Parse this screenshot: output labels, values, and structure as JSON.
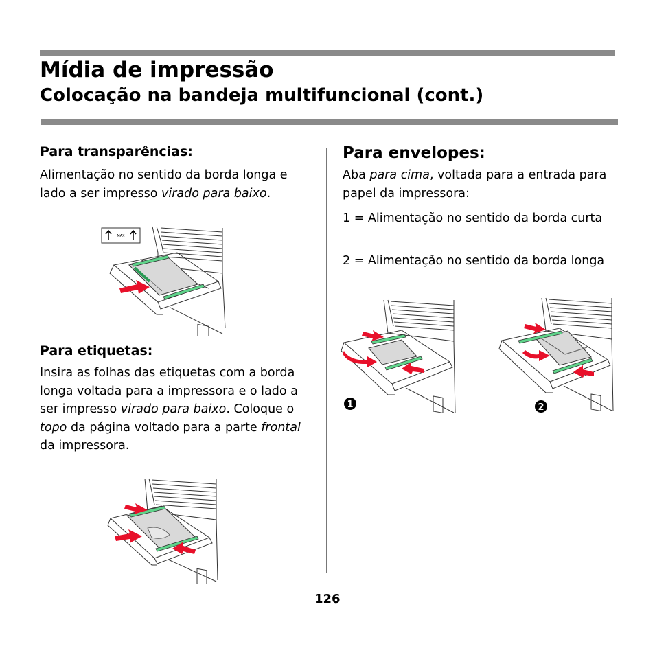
{
  "header": {
    "title": "Mídia de impressão",
    "subtitle": "Colocação na bandeja multifuncional (cont.)"
  },
  "transparencies": {
    "heading": "Para transparências:",
    "text_a": "Alimentação no sentido da borda longa e lado a ser impresso ",
    "text_em": "virado para baixo",
    "text_b": ".",
    "illustration_label": "MAX"
  },
  "labels": {
    "heading": "Para etiquetas:",
    "text_a": "Insira as folhas das etiquetas com a borda longa voltada para a impressora e o lado a ser impresso ",
    "text_em1": "virado para baixo",
    "text_b": ". Coloque o ",
    "text_em2": "topo",
    "text_c": " da página voltado para a parte ",
    "text_em3": "frontal",
    "text_d": " da impressora."
  },
  "envelopes": {
    "heading": "Para envelopes:",
    "text1_a": "Aba ",
    "text1_em": "para cima",
    "text1_b": ", voltada para a entrada para papel da impressora:",
    "text2": "1 = Alimentação no sentido da borda curta",
    "text3": "2 = Alimentação no sentido da borda longa",
    "figure1_marker": "1",
    "figure2_marker": "2"
  },
  "footer": {
    "page_number": "126"
  },
  "colors": {
    "rule": "#8a8a8a",
    "arrow_red": "#e8102a",
    "guide_green": "#5fd38a",
    "paper_gray": "#d9d9d9"
  }
}
